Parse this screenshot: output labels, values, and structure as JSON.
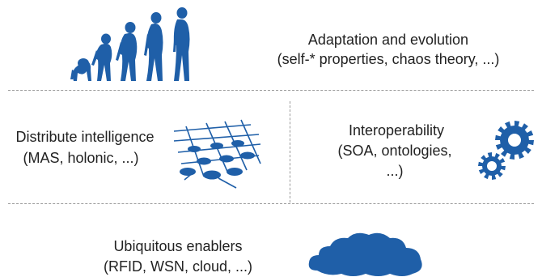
{
  "colors": {
    "icon_blue": "#1f5fa8",
    "divider": "#9a9a9a",
    "text": "#222222"
  },
  "adaptation": {
    "title": "Adaptation and evolution",
    "subtitle": "(self-* properties, chaos theory, ...)",
    "icon": "human-evolution-icon"
  },
  "distribute": {
    "title": "Distribute intelligence",
    "subtitle": "(MAS, holonic, ...)",
    "icon": "network-icon"
  },
  "interoperability": {
    "title": "Interoperability",
    "subtitle_line1": "(SOA, ontologies,",
    "subtitle_line2": "...)",
    "icon": "gears-icon"
  },
  "ubiquitous": {
    "title": "Ubiquitous enablers",
    "subtitle": "(RFID, WSN, cloud, ...)",
    "icon": "cloud-icon"
  }
}
